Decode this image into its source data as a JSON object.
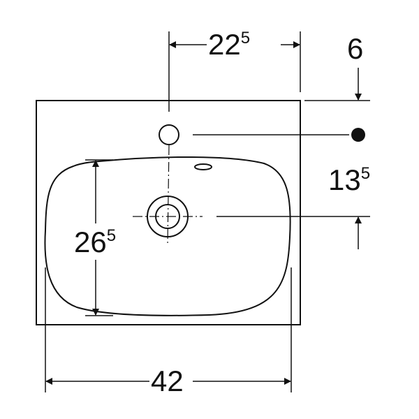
{
  "dimensions": {
    "tap_hole_offset": {
      "main": "22",
      "sup": "5"
    },
    "rim_to_tap_hole": {
      "main": "6",
      "sup": ""
    },
    "tap_hole_to_drain": {
      "main": "13",
      "sup": "5"
    },
    "bowl_depth": {
      "main": "26",
      "sup": "5"
    },
    "overall_width": {
      "main": "42",
      "sup": ""
    }
  },
  "colors": {
    "line": "#111111",
    "background": "#ffffff"
  }
}
